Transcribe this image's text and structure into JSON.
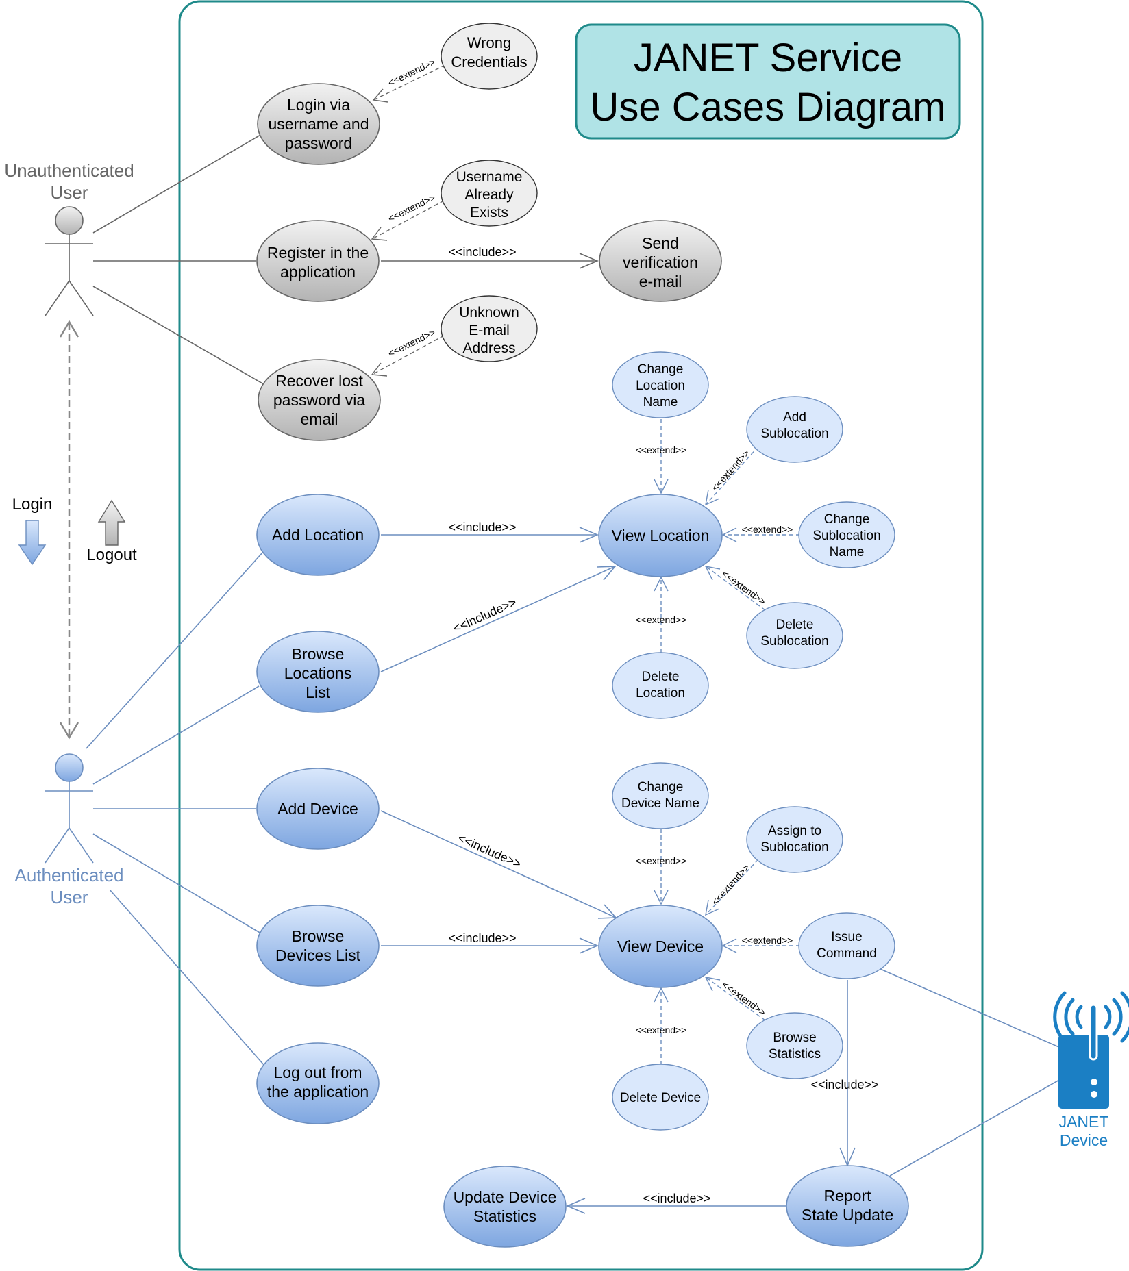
{
  "title": [
    "JANET Service",
    "Use Cases Diagram"
  ],
  "actors": {
    "unauth": [
      "Unauthenticated",
      "User"
    ],
    "auth": [
      "Authenticated",
      "User"
    ],
    "device": [
      "JANET",
      "Device"
    ]
  },
  "arrows": {
    "login": "Login",
    "logout": "Logout"
  },
  "use_cases": {
    "login_userpass": [
      "Login via",
      "username and",
      "password"
    ],
    "wrong_credentials": [
      "Wrong",
      "Credentials"
    ],
    "register": [
      "Register in the",
      "application"
    ],
    "username_exists": [
      "Username",
      "Already",
      "Exists"
    ],
    "send_verification": [
      "Send",
      "verification",
      "e-mail"
    ],
    "recover_password": [
      "Recover lost",
      "password via",
      "email"
    ],
    "unknown_email": [
      "Unknown",
      "E-mail",
      "Address"
    ],
    "add_location": [
      "Add Location"
    ],
    "browse_locations": [
      "Browse",
      "Locations",
      "List"
    ],
    "view_location": [
      "View Location"
    ],
    "change_location_name": [
      "Change",
      "Location",
      "Name"
    ],
    "add_sublocation": [
      "Add",
      "Sublocation"
    ],
    "change_sublocation_name": [
      "Change",
      "Sublocation",
      "Name"
    ],
    "delete_sublocation": [
      "Delete",
      "Sublocation"
    ],
    "delete_location": [
      "Delete",
      "Location"
    ],
    "add_device": [
      "Add Device"
    ],
    "browse_devices": [
      "Browse",
      "Devices List"
    ],
    "view_device": [
      "View Device"
    ],
    "change_device_name": [
      "Change",
      "Device Name"
    ],
    "assign_sublocation": [
      "Assign to",
      "Sublocation"
    ],
    "issue_command": [
      "Issue",
      "Command"
    ],
    "browse_statistics": [
      "Browse",
      "Statistics"
    ],
    "delete_device": [
      "Delete Device"
    ],
    "logout": [
      "Log out from",
      "the application"
    ],
    "report_state": [
      "Report",
      "State Update"
    ],
    "update_statistics": [
      "Update Device",
      "Statistics"
    ]
  },
  "relations": {
    "include": "<<include>>",
    "extend": "<<extend>>"
  },
  "colors": {
    "boundary": "#1f8a8a",
    "title_fill": "#b0e3e6",
    "gray_line": "#666666",
    "blue_line": "#6c8ebf",
    "blue_text": "#6c8ebf",
    "device_blue": "#1b7fc4"
  }
}
